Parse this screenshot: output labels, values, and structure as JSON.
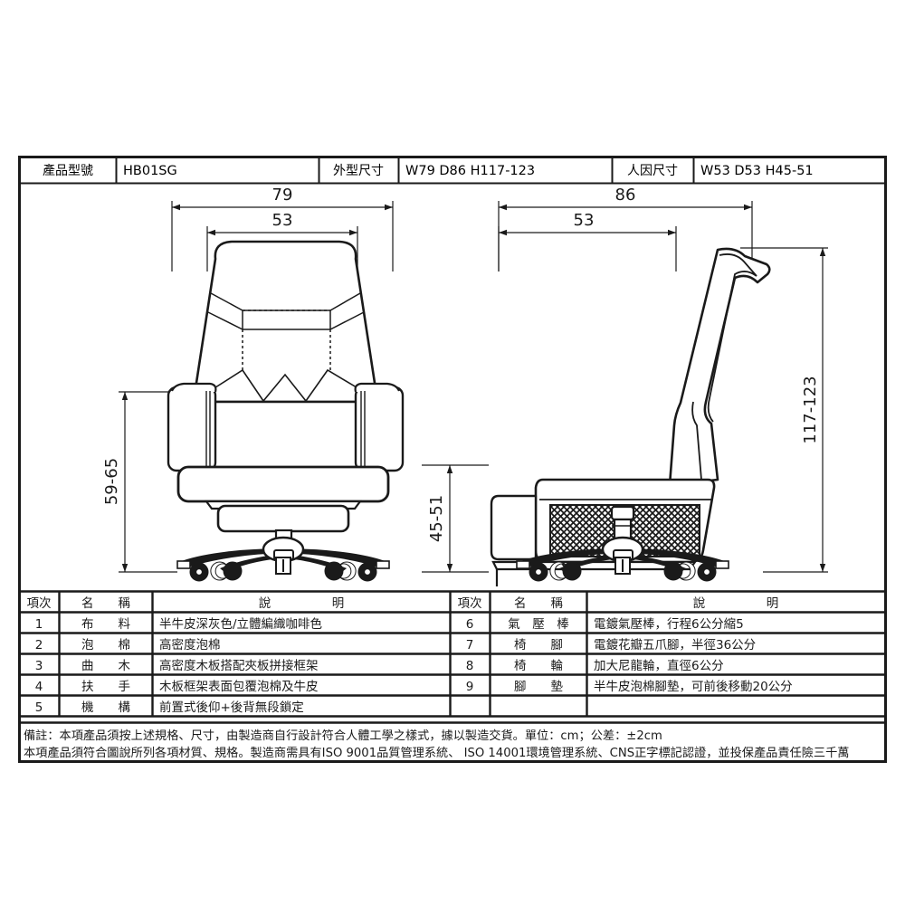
{
  "sheet": {
    "header": {
      "model_label": "產品型號",
      "model_value": "HB01SG",
      "outer_dim_label": "外型尺寸",
      "outer_dim_value": "W79 D86 H117-123",
      "ergo_dim_label": "人因尺寸",
      "ergo_dim_value": "W53 D53 H45-51"
    },
    "drawing": {
      "front_view": {
        "dim_overall_width": "79",
        "dim_seat_width": "53",
        "dim_back_height": "59-65"
      },
      "side_view": {
        "dim_overall_depth": "86",
        "dim_seat_depth": "53",
        "dim_seat_height": "45-51",
        "dim_total_height": "117-123"
      }
    },
    "spec_table": {
      "headers": {
        "index": "項次",
        "name": "名　　稱",
        "description": "說　　　　　明"
      },
      "left_rows": [
        {
          "index": "1",
          "name": "布　　料",
          "description": "半牛皮深灰色/立體編織咖啡色"
        },
        {
          "index": "2",
          "name": "泡　　棉",
          "description": "高密度泡棉"
        },
        {
          "index": "3",
          "name": "曲　　木",
          "description": "高密度木板搭配夾板拼接框架"
        },
        {
          "index": "4",
          "name": "扶　　手",
          "description": "木板框架表面包覆泡棉及牛皮"
        },
        {
          "index": "5",
          "name": "機　　構",
          "description": "前置式後仰+後背無段鎖定"
        }
      ],
      "right_rows": [
        {
          "index": "6",
          "name": "氣　壓　棒",
          "description": "電鍍氣壓棒，行程6公分縮5"
        },
        {
          "index": "7",
          "name": "椅　　腳",
          "description": "電鍍花瓣五爪腳，半徑36公分"
        },
        {
          "index": "8",
          "name": "椅　　輪",
          "description": "加大尼龍輪，直徑6公分"
        },
        {
          "index": "9",
          "name": "腳　　墊",
          "description": "半牛皮泡棉腳墊，可前後移動20公分"
        },
        {
          "index": "",
          "name": "",
          "description": ""
        }
      ]
    },
    "notes": {
      "line1": "備註：本項產品須按上述規格、尺寸，由製造商自行設計符合人體工學之樣式，據以製造交貨。單位：cm；公差：±2cm",
      "line2": "本項產品須符合圖說所列各項材質、規格。製造商需具有ISO 9001品質管理系統、 ISO 14001環境管理系統、CNS正字標記認證，並投保產品責任險三千萬"
    },
    "colors": {
      "line": "#1a1a1a",
      "background": "#ffffff",
      "heavy": "#000000"
    }
  }
}
